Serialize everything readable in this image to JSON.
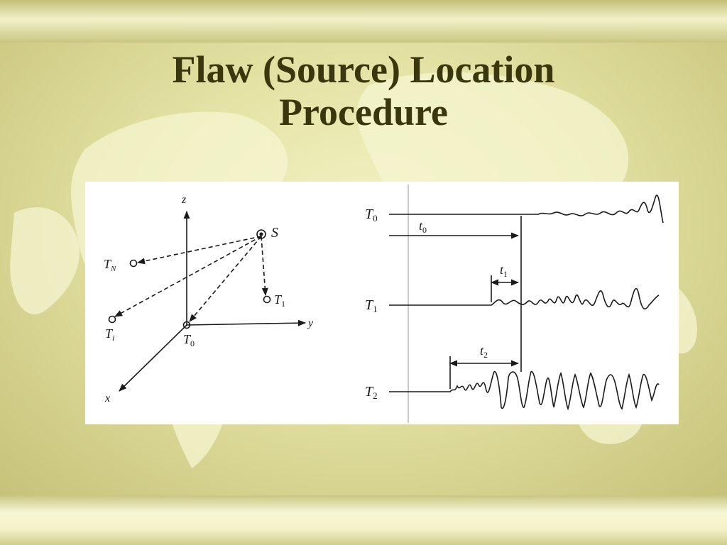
{
  "slide": {
    "title_line1": "Flaw (Source) Location",
    "title_line2": "Procedure"
  },
  "diagram": {
    "axes": {
      "x": "x",
      "y": "y",
      "z": "z"
    },
    "source": "S",
    "sensors": [
      {
        "letter": "T",
        "subscript": "0"
      },
      {
        "letter": "T",
        "subscript": "1"
      },
      {
        "letter": "T",
        "subscript": "N"
      },
      {
        "letter": "T",
        "subscript": "i"
      }
    ],
    "waveforms": [
      {
        "letter": "T",
        "subscript": "0"
      },
      {
        "letter": "T",
        "subscript": "1"
      },
      {
        "letter": "T",
        "subscript": "2"
      }
    ],
    "times": [
      {
        "letter": "t",
        "subscript": "0"
      },
      {
        "letter": "t",
        "subscript": "1"
      },
      {
        "letter": "t",
        "subscript": "2"
      }
    ]
  },
  "colors": {
    "title": "#3a360d",
    "background": "#e4e2a6",
    "figure_bg": "#ffffff"
  }
}
